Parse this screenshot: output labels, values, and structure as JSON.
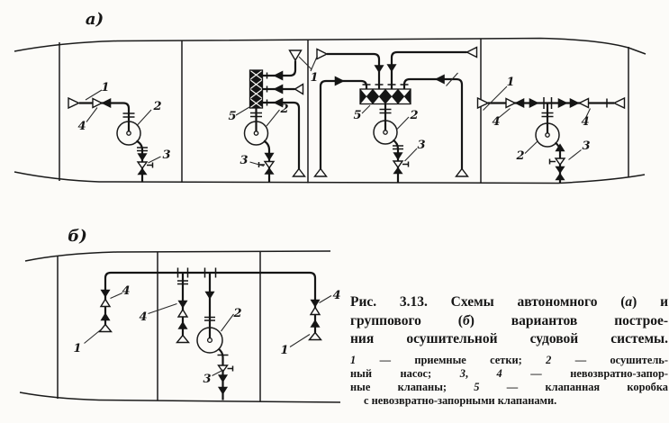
{
  "page": {
    "paper_color": "#fcfbf8",
    "ink_color": "#151515"
  },
  "figure": {
    "diagram_a": {
      "label": "а)",
      "callouts": [
        {
          "name": "intake-strainer",
          "text": "1"
        },
        {
          "name": "stop-check-valve",
          "text": "4"
        },
        {
          "name": "drain-pump",
          "text": "2"
        },
        {
          "name": "discharge-valve",
          "text": "3"
        },
        {
          "name": "valve-box",
          "text": "5"
        },
        {
          "name": "drain-pump",
          "text": "2"
        },
        {
          "name": "discharge-valve",
          "text": "3"
        },
        {
          "name": "intake-strainer",
          "text": "1"
        },
        {
          "name": "valve-box",
          "text": "5"
        },
        {
          "name": "drain-pump",
          "text": "2"
        },
        {
          "name": "discharge-valve",
          "text": "3"
        },
        {
          "name": "intake-strainer",
          "text": "1"
        },
        {
          "name": "stop-check-valve",
          "text": "4"
        },
        {
          "name": "stop-check-valve",
          "text": "4"
        },
        {
          "name": "drain-pump",
          "text": "2"
        },
        {
          "name": "discharge-valve",
          "text": "3"
        }
      ]
    },
    "diagram_b": {
      "label": "б)",
      "callouts": [
        {
          "name": "stop-check-valve",
          "text": "4"
        },
        {
          "name": "intake-strainer",
          "text": "1"
        },
        {
          "name": "stop-check-valve",
          "text": "4"
        },
        {
          "name": "drain-pump",
          "text": "2"
        },
        {
          "name": "discharge-valve",
          "text": "3"
        },
        {
          "name": "stop-check-valve",
          "text": "4"
        },
        {
          "name": "intake-strainer",
          "text": "1"
        }
      ]
    },
    "caption": {
      "title_lines": [
        [
          {
            "t": "Рис. 3.13. Схемы автономного ("
          },
          {
            "t": "а",
            "i": 1
          },
          {
            "t": ") и"
          }
        ],
        [
          {
            "t": "группового ("
          },
          {
            "t": "б",
            "i": 1
          },
          {
            "t": ") вариантов построе-"
          }
        ],
        [
          {
            "t": "ния осушительной судовой системы."
          }
        ]
      ],
      "legend_lines": [
        [
          {
            "t": "1",
            "i": 1
          },
          {
            "t": " — приемные сетки; "
          },
          {
            "t": "2",
            "i": 1
          },
          {
            "t": " — осушитель-"
          }
        ],
        [
          {
            "t": "ный насос; "
          },
          {
            "t": "3",
            "i": 1
          },
          {
            "t": ", "
          },
          {
            "t": "4",
            "i": 1
          },
          {
            "t": " — невозвратно-запор-"
          }
        ],
        [
          {
            "t": "ные клапаны; "
          },
          {
            "t": "5",
            "i": 1
          },
          {
            "t": " — клапанная коробка"
          }
        ],
        [
          {
            "t": "с невозвратно-запорными клапанами."
          }
        ]
      ]
    }
  }
}
